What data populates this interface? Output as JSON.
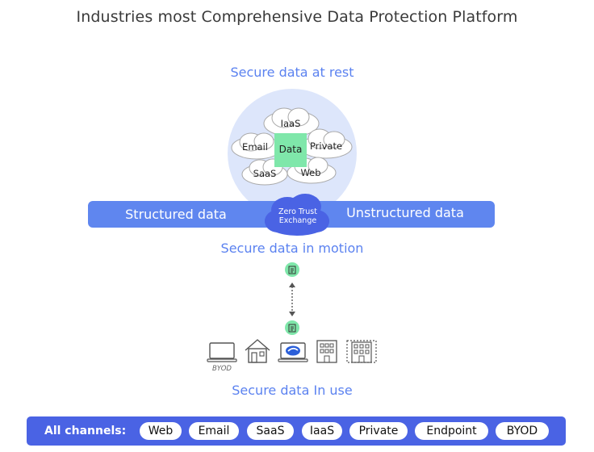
{
  "title": "Industries most Comprehensive Data Protection Platform",
  "rest": {
    "label": "Secure data at rest",
    "clouds": [
      "IaaS",
      "Email",
      "Private",
      "SaaS",
      "Web"
    ],
    "center": "Data"
  },
  "band": {
    "left": "Structured data",
    "right": "Unstructured data",
    "center_line1": "Zero Trust",
    "center_line2": "Exchange"
  },
  "motion": {
    "label": "Secure data in motion"
  },
  "use": {
    "label": "Secure data In use",
    "devices": [
      "laptop-icon",
      "home-icon",
      "managed-laptop-icon",
      "office-building-icon",
      "enterprise-building-icon"
    ],
    "byod_caption": "BYOD"
  },
  "channels": {
    "label": "All channels:",
    "items": [
      "Web",
      "Email",
      "SaaS",
      "IaaS",
      "Private",
      "Endpoint",
      "BYOD"
    ]
  },
  "colors": {
    "accent": "#5b82f0",
    "band": "#5f86ef",
    "bar": "#4a63e4",
    "green": "#7fe7aa",
    "circle": "#dde6fb"
  }
}
